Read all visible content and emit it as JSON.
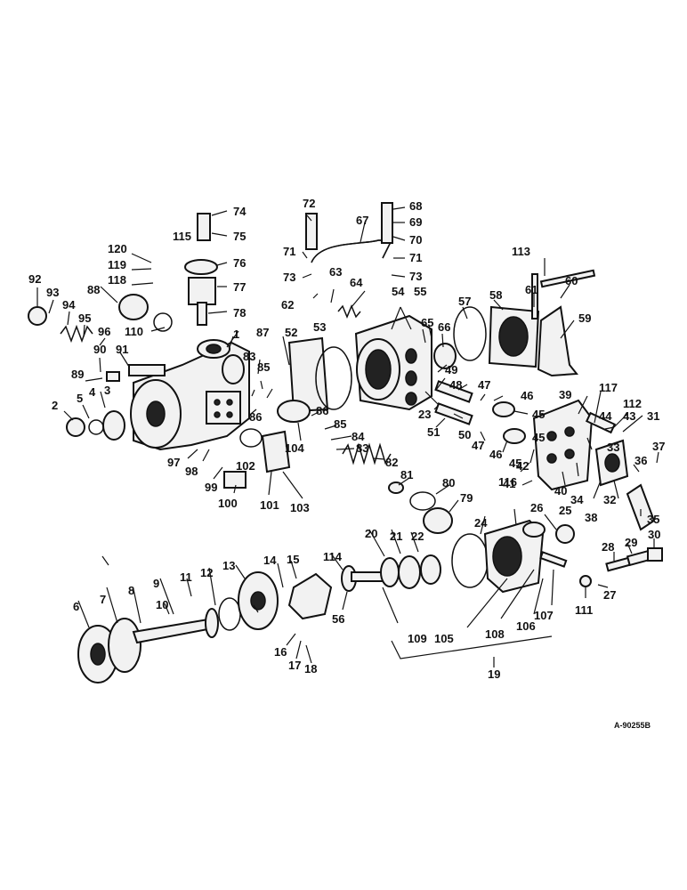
{
  "diagram": {
    "reference": "A-90255B",
    "callouts": {
      "c1": "1",
      "c2": "2",
      "c3": "3",
      "c4": "4",
      "c5": "5",
      "c6": "6",
      "c7": "7",
      "c8": "8",
      "c9": "9",
      "c10": "10",
      "c11": "11",
      "c12": "12",
      "c13": "13",
      "c14": "14",
      "c15": "15",
      "c16": "16",
      "c17": "17",
      "c18": "18",
      "c19": "19",
      "c20": "20",
      "c21": "21",
      "c22": "22",
      "c23": "23",
      "c24": "24",
      "c25": "25",
      "c26": "26",
      "c27": "27",
      "c28": "28",
      "c29": "29",
      "c30": "30",
      "c31": "31",
      "c32": "32",
      "c33": "33",
      "c34": "34",
      "c35": "35",
      "c36": "36",
      "c37": "37",
      "c38": "38",
      "c39": "39",
      "c40": "40",
      "c41": "41",
      "c42": "42",
      "c43": "43",
      "c44": "44",
      "c45a": "45",
      "c45b": "45",
      "c45c": "45",
      "c46a": "46",
      "c46b": "46",
      "c47a": "47",
      "c47b": "47",
      "c48": "48",
      "c49": "49",
      "c50": "50",
      "c51": "51",
      "c52": "52",
      "c53": "53",
      "c54": "54",
      "c55": "55",
      "c56": "56",
      "c57": "57",
      "c58": "58",
      "c59": "59",
      "c60": "60",
      "c61": "61",
      "c62": "62",
      "c63": "63",
      "c64": "64",
      "c65": "65",
      "c66": "66",
      "c67": "67",
      "c68": "68",
      "c69": "69",
      "c70": "70",
      "c71a": "71",
      "c71b": "71",
      "c72": "72",
      "c73a": "73",
      "c73b": "73",
      "c74": "74",
      "c75": "75",
      "c76": "76",
      "c77": "77",
      "c78": "78",
      "c79": "79",
      "c80": "80",
      "c81": "81",
      "c82": "82",
      "c83a": "83",
      "c83b": "83",
      "c84": "84",
      "c85a": "85",
      "c85b": "85",
      "c86a": "86",
      "c86b": "86",
      "c87": "87",
      "c88": "88",
      "c89": "89",
      "c90": "90",
      "c91": "91",
      "c92": "92",
      "c93": "93",
      "c94": "94",
      "c95": "95",
      "c96": "96",
      "c97": "97",
      "c98": "98",
      "c99": "99",
      "c100": "100",
      "c101": "101",
      "c102": "102",
      "c103": "103",
      "c104": "104",
      "c105": "105",
      "c106": "106",
      "c107": "107",
      "c108": "108",
      "c109": "109",
      "c110": "110",
      "c111": "111",
      "c112": "112",
      "c113": "113",
      "c114": "114",
      "c115": "115",
      "c116": "116",
      "c117": "117",
      "c118": "118",
      "c119": "119",
      "c120": "120"
    }
  }
}
